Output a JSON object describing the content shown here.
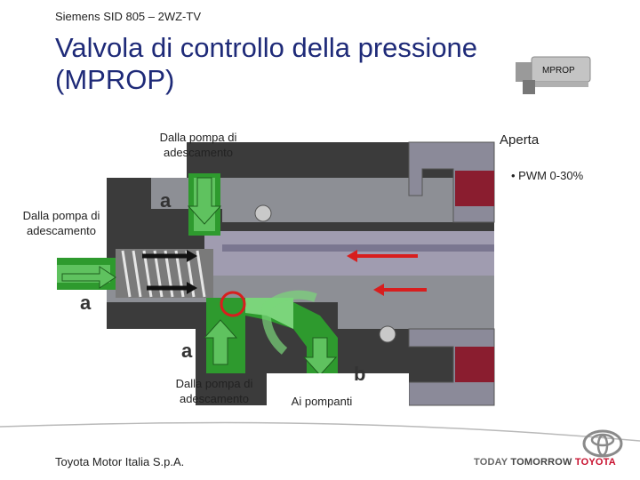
{
  "header": {
    "subtitle": "Siemens SID 805 – 2WZ-TV",
    "title_line1": "Valvola di controllo della pressione",
    "title_line2": "(MPROP)"
  },
  "badge": {
    "label": "MPROP"
  },
  "diagram": {
    "label_top": "Dalla pompa di\nadescamento",
    "label_left": "Dalla pompa di\nadescamento",
    "label_bottom": "Dalla pompa di\nadescamento",
    "label_pumps": "Ai pompanti",
    "letter_a": "a",
    "letter_b": "b"
  },
  "status": {
    "state": "Aperta",
    "bullet": "• PWM 0-30%"
  },
  "footer": {
    "company": "Toyota Motor Italia S.p.A.",
    "slogan_today": "TODAY",
    "slogan_tomorrow": "TOMORROW",
    "slogan_toyota": "TOYOTA"
  },
  "colors": {
    "title": "#1e2a78",
    "toyota_red": "#c8102e",
    "fuel_green": "#2e9a2e",
    "arrow_red": "#d81e1e"
  }
}
